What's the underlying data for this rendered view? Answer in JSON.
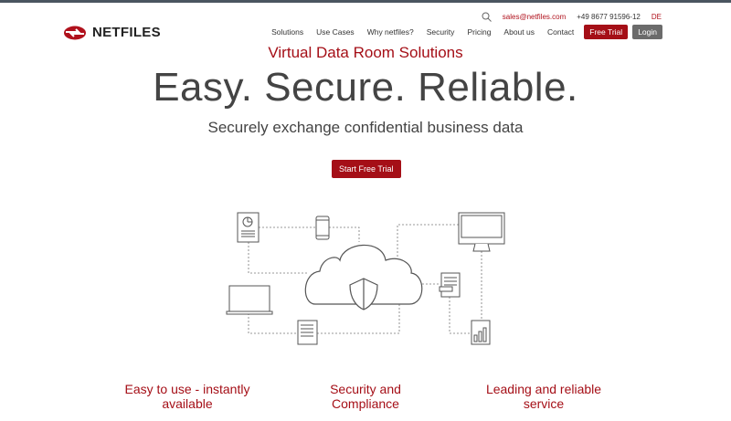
{
  "brand": {
    "name": "NETFILES",
    "accent": "#a50f17"
  },
  "topbar": {
    "search_icon": "search-icon",
    "email": "sales@netfiles.com",
    "phone": "+49 8677 91596-12",
    "language": "DE"
  },
  "nav": {
    "items": [
      "Solutions",
      "Use Cases",
      "Why netfiles?",
      "Security",
      "Pricing",
      "About us",
      "Contact"
    ],
    "free_trial": "Free Trial",
    "login": "Login"
  },
  "hero": {
    "subtitle": "Virtual Data Room Solutions",
    "title": "Easy. Secure. Reliable.",
    "tagline": "Securely exchange confidential business data",
    "cta": "Start Free Trial"
  },
  "features": [
    "Easy to use - instantly available",
    "Security and Compliance",
    "Leading and reliable service"
  ]
}
